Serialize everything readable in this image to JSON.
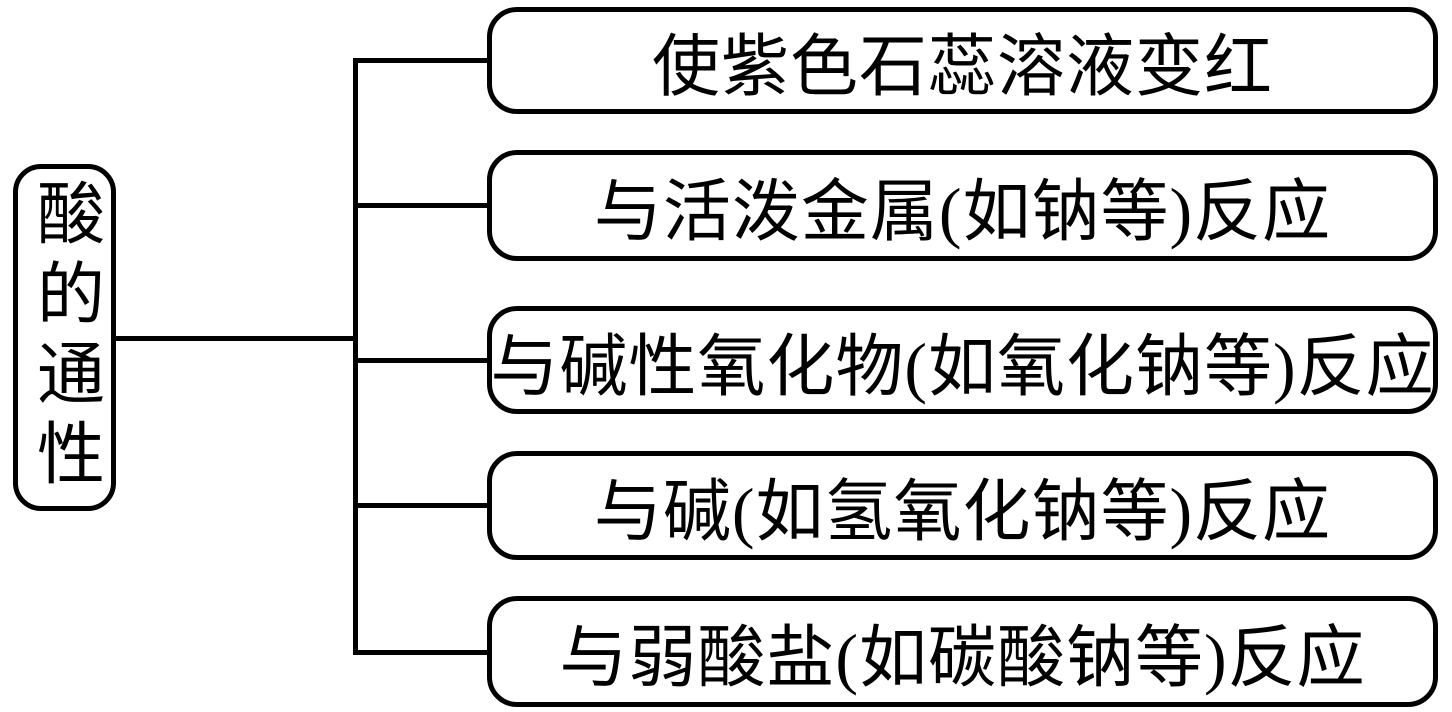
{
  "diagram": {
    "title": "酸的通性",
    "root": {
      "label": "酸的通性"
    },
    "branches": [
      {
        "label": "使紫色石蕊溶液变红"
      },
      {
        "label": "与活泼金属(如钠等)反应"
      },
      {
        "label": "与碱性氧化物(如氧化钠等)反应"
      },
      {
        "label": "与碱(如氢氧化钠等)反应"
      },
      {
        "label": "与弱酸盐(如碳酸钠等)反应"
      }
    ],
    "colors": {
      "line": "#000000",
      "background": "#ffffff",
      "text": "#000000"
    }
  }
}
